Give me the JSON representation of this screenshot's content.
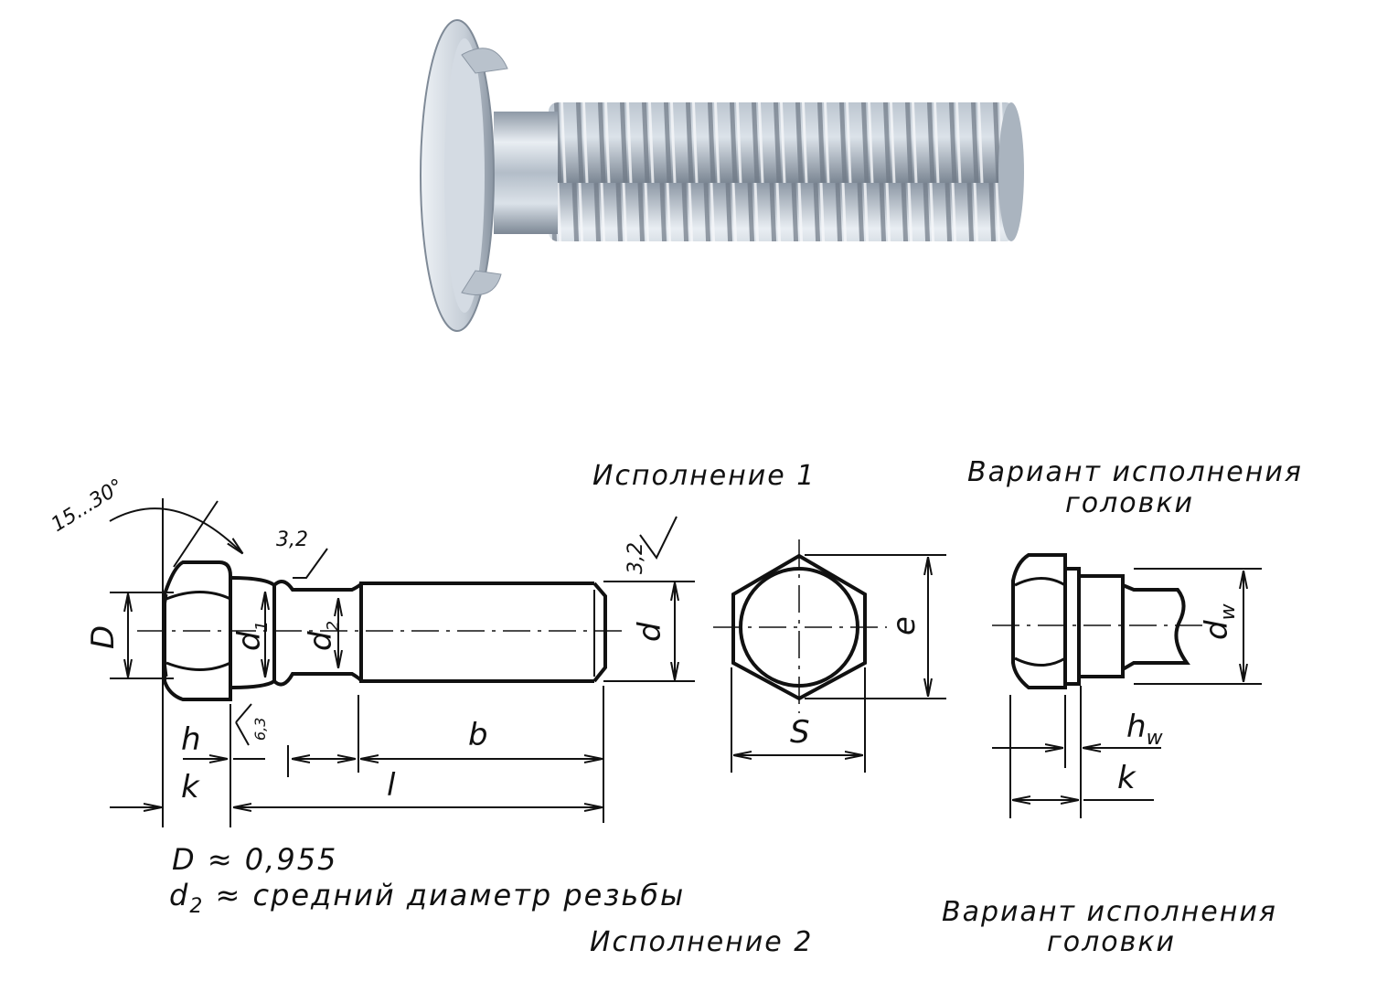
{
  "labels": {
    "execution_1": "Исполнение 1",
    "execution_2": "Исполнение 2",
    "head_variant_top_line1": "Вариант исполнения",
    "head_variant_top_line2": "головки",
    "head_variant_bottom_line1": "Вариант исполнения",
    "head_variant_bottom_line2": "головки"
  },
  "dimensions": {
    "angle": "15...30°",
    "roughness_a": "3,2",
    "roughness_b": "3,2",
    "roughness_c": "6,3",
    "D": "D",
    "d1": "d",
    "d1_sub": "1",
    "d2": "d",
    "d2_sub": "2",
    "d": "d",
    "h": "h",
    "k": "k",
    "b": "b",
    "l": "l",
    "e": "e",
    "s": "S",
    "dw": "d",
    "dw_sub": "w",
    "hw": "h",
    "hw_sub": "w",
    "k_variant": "k"
  },
  "notes": {
    "line1": "D ≈ 0,955",
    "line2_main": "d",
    "line2_sub": "2",
    "line2_rest": " ≈ средний диаметр резьбы"
  },
  "colors": {
    "line": "#111111",
    "metal": "#c9d2dc"
  }
}
